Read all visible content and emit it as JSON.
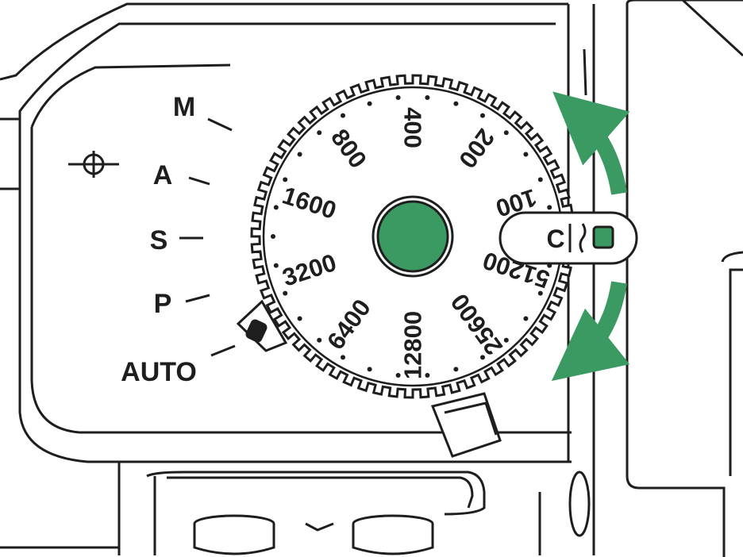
{
  "mode_dial": {
    "labels": [
      "M",
      "A",
      "S",
      "P",
      "AUTO"
    ],
    "focal_plane_icon": "focal-plane-mark-icon"
  },
  "iso_dial": {
    "values": [
      "100",
      "200",
      "400",
      "800",
      "1600",
      "3200",
      "6400",
      "12800",
      "25600",
      "51200"
    ],
    "lock_label": "C"
  },
  "arrows": {
    "color": "#3a9a62",
    "directions": [
      "rotate-up",
      "rotate-down"
    ]
  },
  "colors": {
    "center_button": "#3a9a62",
    "line": "#1e1e1e",
    "body_fill": "#ffffff"
  }
}
